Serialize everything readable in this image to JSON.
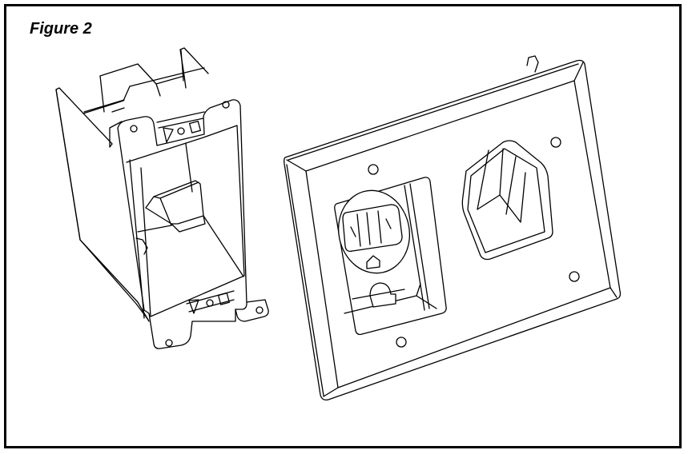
{
  "figure": {
    "title": "Figure 2",
    "frame_border_color": "#000000",
    "background_color": "#ffffff"
  },
  "illustration": {
    "parts": [
      {
        "name": "electrical-box",
        "description": "Open-back electrical outlet box with mounting ears and screw holes"
      },
      {
        "name": "wall-plate",
        "description": "Recessed wall plate with duplex receptacle and cable pass-through opening"
      }
    ]
  }
}
